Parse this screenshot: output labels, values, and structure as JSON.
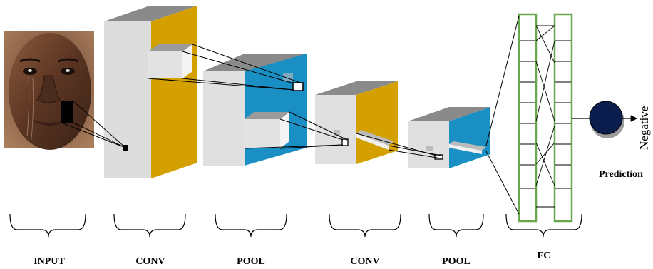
{
  "stages": [
    {
      "id": "input",
      "label": "INPUT"
    },
    {
      "id": "conv1",
      "label": "CONV"
    },
    {
      "id": "pool1",
      "label": "POOL"
    },
    {
      "id": "conv2",
      "label": "CONV"
    },
    {
      "id": "pool2",
      "label": "POOL"
    },
    {
      "id": "fc",
      "label": "FC"
    }
  ],
  "output": {
    "node_label": "Negative",
    "caption": "Prediction"
  },
  "colors": {
    "conv": "#d4a000",
    "pool": "#1a8fc4",
    "face_dark": "#d9d9d9",
    "top": "#8a8a8a",
    "fc_border": "#6aa84f",
    "output_node": "#0b1d4d"
  }
}
